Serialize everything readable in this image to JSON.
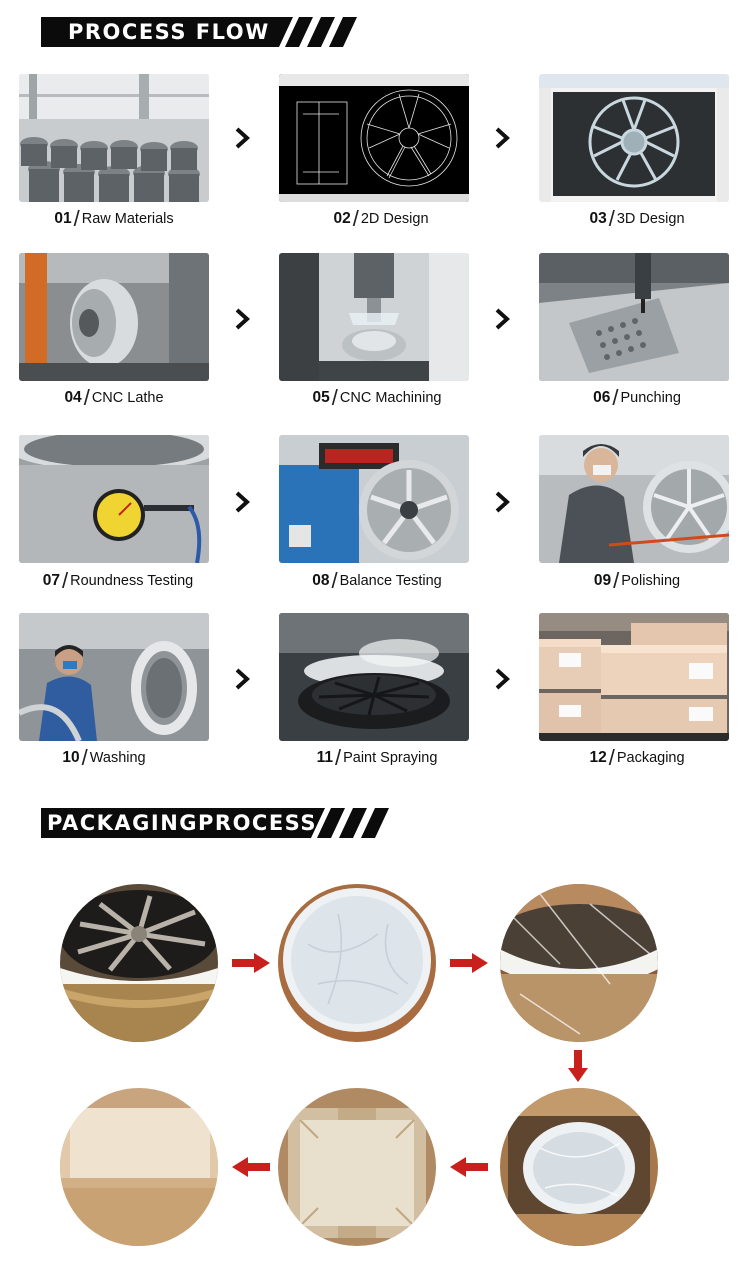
{
  "process_flow": {
    "heading": "PROCESS FLOW",
    "steps": [
      {
        "num": "01",
        "label": "Raw Materials"
      },
      {
        "num": "02",
        "label": "2D Design"
      },
      {
        "num": "03",
        "label": "3D Design"
      },
      {
        "num": "04",
        "label": "CNC Lathe"
      },
      {
        "num": "05",
        "label": "CNC Machining"
      },
      {
        "num": "06",
        "label": "Punching"
      },
      {
        "num": "07",
        "label": "Roundness Testing"
      },
      {
        "num": "08",
        "label": "Balance Testing"
      },
      {
        "num": "09",
        "label": "Polishing"
      },
      {
        "num": "10",
        "label": "Washing"
      },
      {
        "num": "11",
        "label": "Paint Spraying"
      },
      {
        "num": "12",
        "label": "Packaging"
      }
    ]
  },
  "packaging_process": {
    "heading": "PACKAGINGPROCESS",
    "stages": [
      "wheel-with-foam-ring",
      "wheel-covered-with-film",
      "wheel-wrapped-in-plastic",
      "wheel-placed-in-box",
      "box-with-cardboard-insert",
      "sealed-box"
    ]
  },
  "colors": {
    "banner": "#0b0b0b",
    "arrow_red": "#c8201c",
    "chevron": "#111111"
  }
}
